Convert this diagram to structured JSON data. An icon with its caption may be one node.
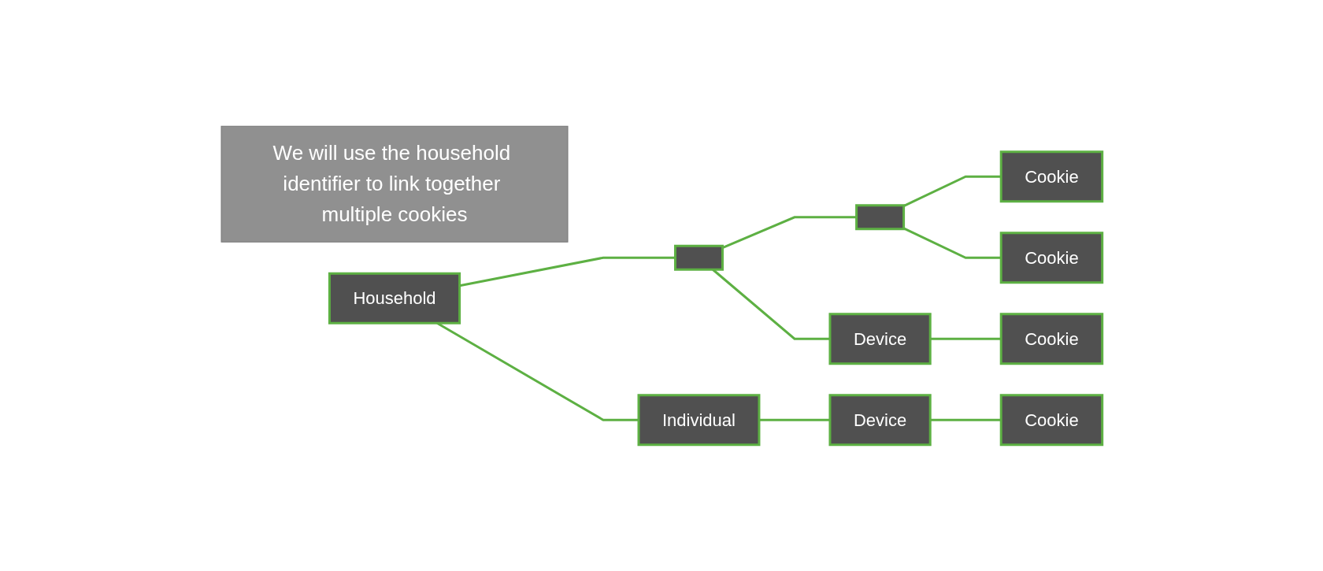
{
  "diagram": {
    "nodes": [
      {
        "text": [
          "Household"
        ]
      },
      {
        "text": [],
        "shape": "box"
      },
      {
        "text": [],
        "shape": "box"
      },
      {
        "text": [
          "Cookie"
        ]
      },
      {
        "text": [
          "Cookie"
        ]
      },
      {
        "text": [
          "Device"
        ]
      },
      {
        "text": [
          "Cookie"
        ]
      },
      {
        "text": [
          "Individual"
        ]
      },
      {
        "text": [
          "Device"
        ]
      },
      {
        "text": [
          "Cookie"
        ]
      },
      {
        "text": [
          "We will use the household identifier to link together multiple cookies"
        ]
      }
    ],
    "edges": [
      {
        "from": 0,
        "to": 1,
        "arrow": "none"
      },
      {
        "from": 0,
        "to": 7,
        "arrow": "none"
      },
      {
        "from": 1,
        "to": 2,
        "arrow": "none"
      },
      {
        "from": 1,
        "to": 5,
        "arrow": "none"
      },
      {
        "from": 2,
        "to": 3,
        "arrow": "none"
      },
      {
        "from": 2,
        "to": 4,
        "arrow": "none"
      },
      {
        "from": 5,
        "to": 6,
        "arrow": "none"
      },
      {
        "from": 7,
        "to": 8,
        "arrow": "none"
      },
      {
        "from": 8,
        "to": 9,
        "arrow": "none"
      }
    ]
  }
}
